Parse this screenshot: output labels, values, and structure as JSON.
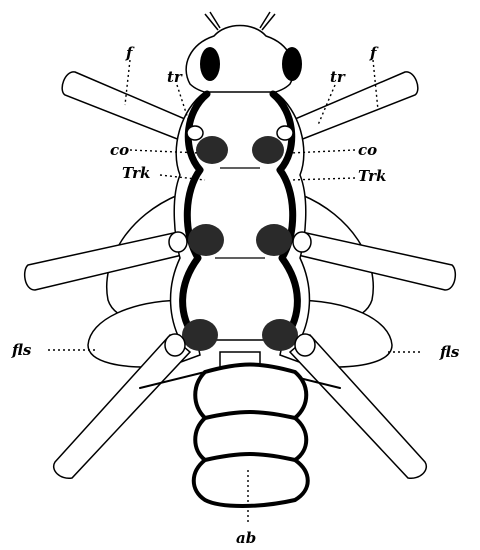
{
  "labels": {
    "f": "f",
    "tr": "tr",
    "co": "co",
    "trk": "Trk",
    "fls": "fls",
    "ab": "ab"
  }
}
